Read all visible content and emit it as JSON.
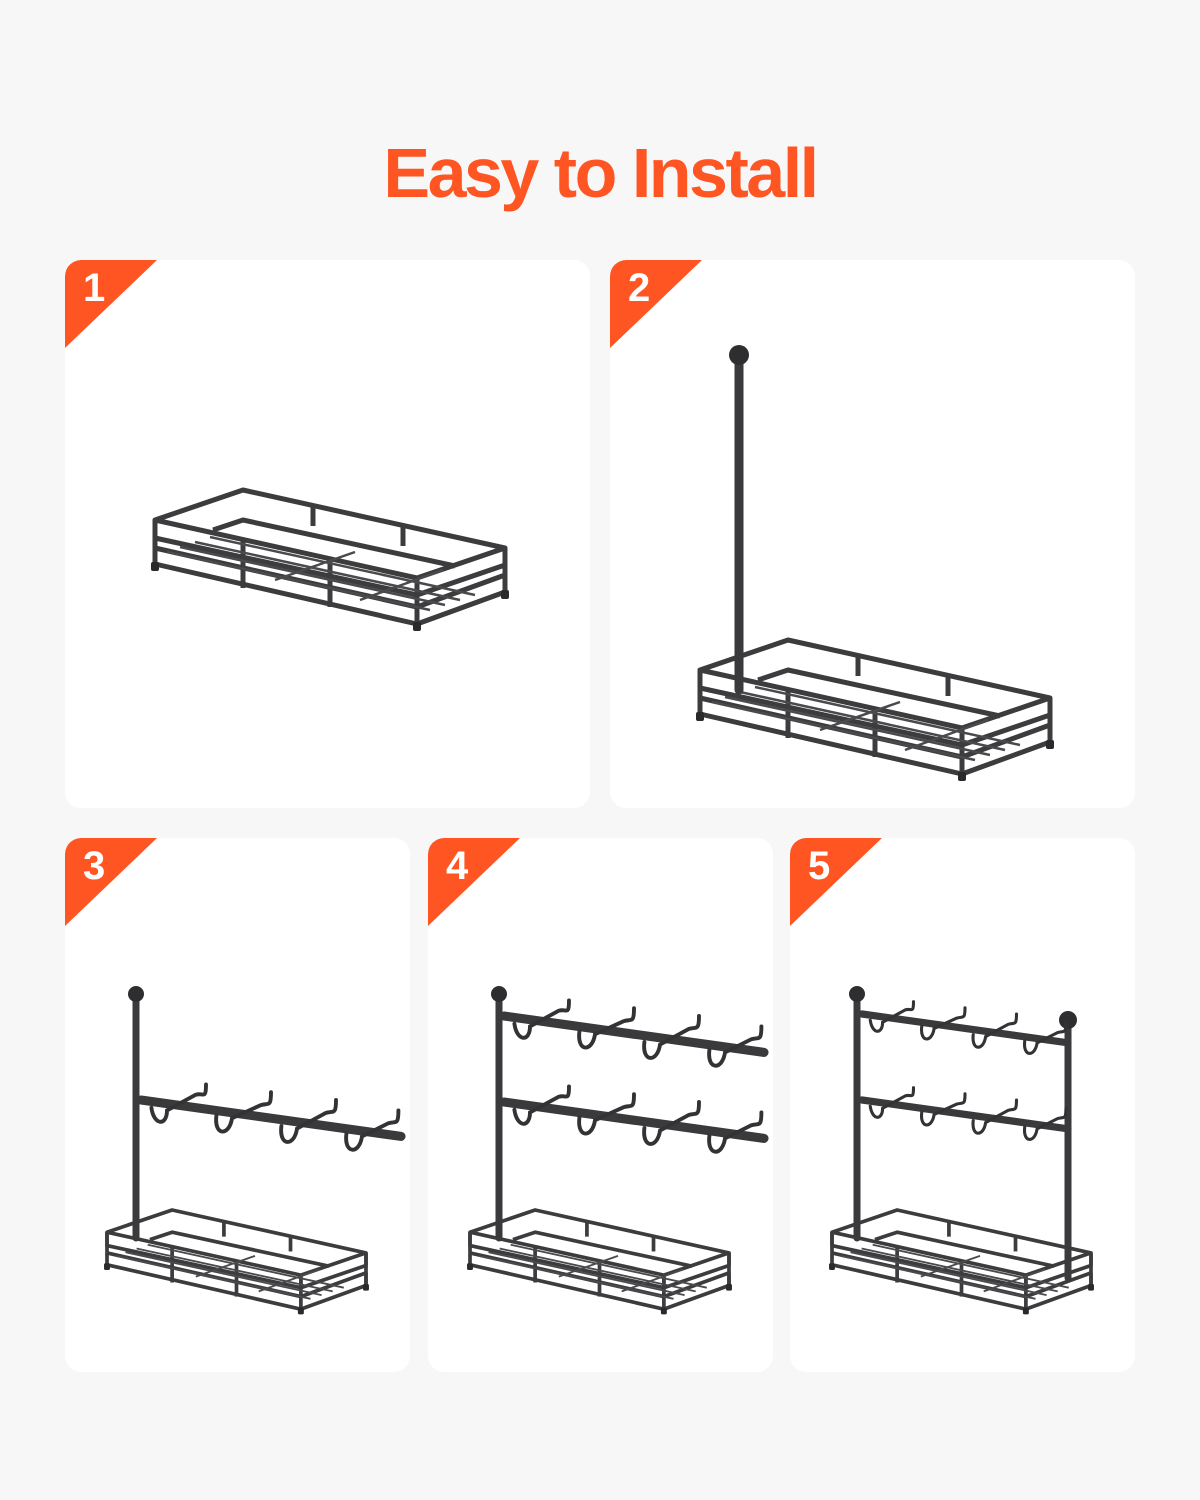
{
  "title": "Easy to Install",
  "accent_color": "#FF5522",
  "panel_color": "#FFFFFF",
  "background_color": "#F7F7F7",
  "steps": [
    {
      "number": "1",
      "illustration": "base-tray"
    },
    {
      "number": "2",
      "illustration": "base-tray-with-left-pole"
    },
    {
      "number": "3",
      "illustration": "left-pole-with-lower-hook-bar"
    },
    {
      "number": "4",
      "illustration": "left-pole-with-two-hook-bars"
    },
    {
      "number": "5",
      "illustration": "complete-rack-two-poles-two-hook-bars"
    }
  ]
}
